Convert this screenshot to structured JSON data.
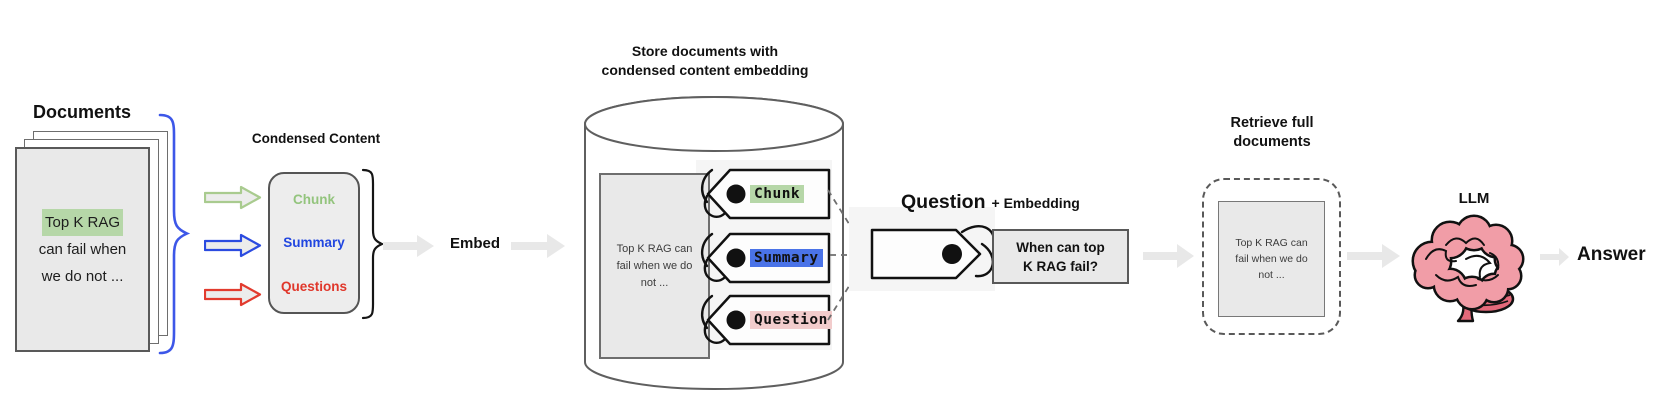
{
  "colors": {
    "page_fill": "#e9e9e9",
    "page_border": "#595959",
    "highlight_green": "#b6d7a8",
    "highlight_blue": "#4a73e8",
    "highlight_pink": "#f2cccc",
    "chunk_text": "#93c47d",
    "summary_text": "#2146e0",
    "questions_text": "#e0372b",
    "arrow_green_stroke": "#a9cb8f",
    "arrow_blue_stroke": "#2b4be0",
    "arrow_red_stroke": "#e23b2e",
    "gray_arrow_fill": "#e8e8e8",
    "brace_blue": "#3d57e8",
    "brain_pink": "#f19da7",
    "brain_dark": "#e4697a"
  },
  "documents": {
    "title": "Documents",
    "line1": "Top K RAG",
    "line2": "can fail when",
    "line3": "we do not ..."
  },
  "condensed": {
    "title": "Condensed Content",
    "items": [
      "Chunk",
      "Summary",
      "Questions"
    ]
  },
  "embed_label": "Embed",
  "store": {
    "title1": "Store documents with",
    "title2": "condensed content embedding",
    "doc1": "Top K RAG can",
    "doc2": "fail when we do",
    "doc3": "not ...",
    "tags": [
      "Chunk",
      "Summary",
      "Question"
    ]
  },
  "query": {
    "title": "Question",
    "title_suffix": "+ Embedding",
    "line1": "When can top",
    "line2": "K RAG fail?"
  },
  "retrieve": {
    "title1": "Retrieve full",
    "title2": "documents",
    "doc1": "Top K RAG can",
    "doc2": "fail when we do",
    "doc3": "not ..."
  },
  "llm_label": "LLM",
  "answer_label": "Answer"
}
